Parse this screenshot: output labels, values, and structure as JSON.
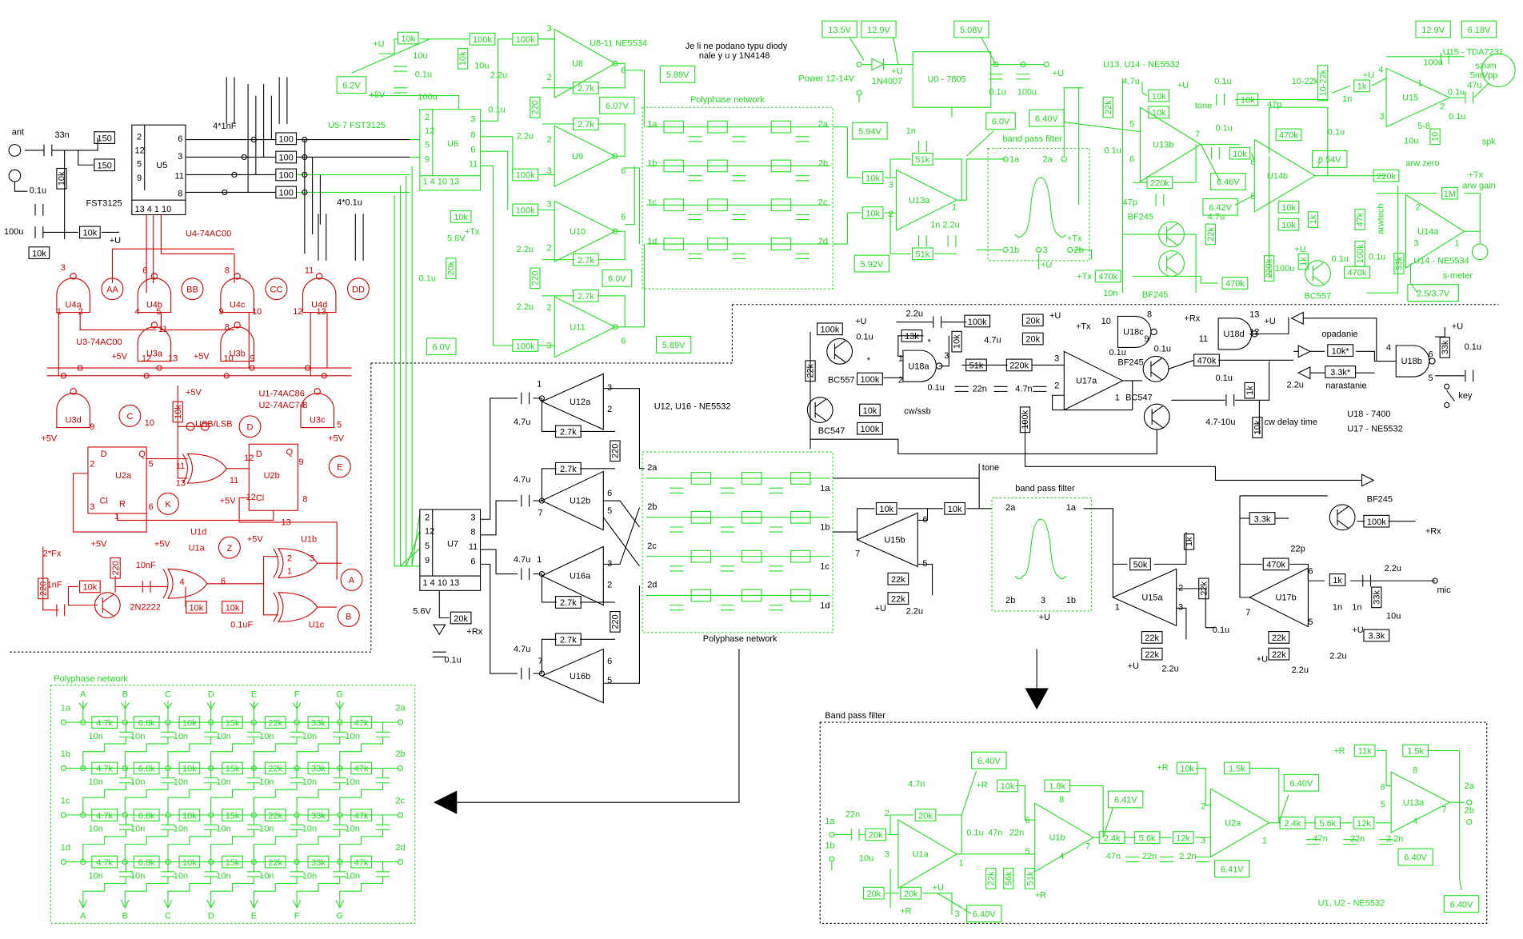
{
  "colors": {
    "black": "#000000",
    "red": "#cc0000",
    "green": "#22dd22"
  },
  "note": {
    "line1": "Je  li ne podano typu diody",
    "line2": "nale  y u  y   1N4148"
  },
  "input_switch": {
    "texts": [
      "ant",
      "33n",
      "0.1u",
      "100u",
      "FST3125",
      "U5",
      "4*1nF",
      "4*0.1u",
      "+U",
      "2",
      "12",
      "5",
      "9",
      "6",
      "3",
      "11",
      "8",
      "13 4  1 10"
    ],
    "resistors": [
      "150",
      "150",
      "100",
      "100",
      "100",
      "100",
      "10k",
      "10k",
      "10k"
    ]
  },
  "logic": {
    "gates": [
      "U4a",
      "U4b",
      "U4c",
      "U4d",
      "U3a",
      "U3b",
      "U3d",
      "U3c"
    ],
    "circles": [
      "AA",
      "BB",
      "CC",
      "DD",
      "C",
      "D",
      "E",
      "K",
      "Z",
      "A",
      "B"
    ],
    "texts": [
      "U4-74AC00",
      "U3-74AC00",
      "U1-74AC86",
      "U2-74AC74",
      "USB/LSB",
      "+5V",
      "+5V",
      "+5V",
      "+5V",
      "+5V",
      "+5V",
      "+5V",
      "+5V",
      "+5V",
      "2N2222",
      "2*Fx",
      "10nF",
      "0.1uF",
      "1nF",
      "U1d",
      "U1a",
      "U1b",
      "U1c",
      "U2a",
      "U2b",
      "D",
      "Q",
      "Cl",
      "R",
      "D",
      "Q",
      "Cl",
      "3",
      "6",
      "8",
      "11",
      "1",
      "2",
      "4",
      "5",
      "9",
      "10",
      "12",
      "13",
      "11",
      "8",
      "12",
      "13",
      "10",
      "9",
      "2",
      "5",
      "3",
      "6",
      "1",
      "13",
      "12",
      "11",
      "12",
      "9",
      "8",
      "11",
      "13",
      "10",
      "9",
      "8",
      "5",
      "4",
      "6",
      "2",
      "1",
      "3"
    ],
    "resistors": [
      "10k",
      "10k",
      "10k",
      "10k",
      "220",
      "220"
    ]
  },
  "upper_green": {
    "opamps": [
      "U8",
      "U9",
      "U10",
      "U11",
      "U13a",
      "U6"
    ],
    "texts": [
      "+U",
      "10u",
      "0.1u",
      "+5V",
      "100u",
      "0.1u",
      "2.2u",
      "2.2u",
      "2.2u",
      "2.2u",
      "10u",
      "U5-7 FST3125",
      "U8-11 NE5534",
      "2",
      "12",
      "5",
      "9",
      "3",
      "8",
      "6",
      "11",
      "1  4  10  13",
      "+Tx",
      "5.6V",
      "0.1u",
      "3",
      "2",
      "6",
      "2",
      "3",
      "6",
      "3",
      "2",
      "6",
      "2",
      "3",
      "6",
      "1a",
      "1b",
      "1c",
      "1d",
      "2a",
      "2b",
      "2c",
      "2d",
      "Polyphase network",
      "1n",
      "1n  2.2u",
      "3",
      "2",
      "1",
      "band pass filter",
      "1a",
      "2a",
      "1b",
      "3",
      "2b",
      "+Tx",
      "+U",
      "Power 12-14V",
      "1N4007",
      "+U",
      "0.1u",
      "100u",
      "+U",
      "U0 - 7805"
    ],
    "resistors": [
      "10k",
      "100k",
      "100k",
      "10k",
      "2.7k",
      "2.7k",
      "100k",
      "100k",
      "2.7k",
      "2.7k",
      "100k",
      "220",
      "220",
      "10k",
      "20k",
      "10k",
      "10k",
      "51k",
      "51k"
    ],
    "voltages": [
      "6.2V",
      "5.89V",
      "6.07V",
      "6.0V",
      "6.0V",
      "5.89V",
      "5.94V",
      "5.92V",
      "6.0V",
      "13.5V",
      "12.9V",
      "5.08V"
    ]
  },
  "right_top": {
    "opamps": [
      "U13b",
      "U14b",
      "U15",
      "U14a"
    ],
    "texts": [
      "U13, U14 - NE5532",
      "4.7u",
      "+U",
      "5",
      "6",
      "7",
      "0.1u",
      "47p",
      "BF245",
      "BF245",
      "0.1u",
      "6",
      "5",
      "7",
      "4.7u",
      "+U",
      "100u",
      "BC557",
      "0.1u",
      "10n",
      "+Tx",
      "tone",
      "0.1u",
      "10-22k",
      "1n",
      "47p",
      "0.1u",
      "U15 - TDA7231",
      "+U",
      "4",
      "3",
      "2",
      "1",
      "5-8",
      "100u",
      "0.1u",
      "47u",
      "10u",
      "0.1u",
      "spk",
      "arw zero",
      "+Tx",
      "arw gain",
      "arwtech",
      "U14 - NE5534",
      "s-meter",
      "2",
      "3",
      "1",
      "szum",
      "5mVpp",
      "0.1u"
    ],
    "resistors": [
      "22k",
      "10k",
      "10k",
      "220k",
      "470k",
      "470k",
      "22k",
      "10k",
      "10-22k",
      "1k",
      "470k",
      "10k",
      "10k",
      "10k",
      "1k",
      "1k",
      "220k",
      "470k",
      "47k",
      "100k",
      "220k",
      "1M",
      "33k",
      "10"
    ],
    "voltages": [
      "6.40V",
      "6.46V",
      "6.54V",
      "6.42V",
      "12.9V",
      "6.18V",
      "2.5/3.7V"
    ]
  },
  "lower_middle": {
    "opamps": [
      "U12a",
      "U12b",
      "U16a",
      "U16b",
      "U15b",
      "U15a",
      "U17b",
      "U17a",
      "U7"
    ],
    "gates": [
      "U18a",
      "U18c",
      "U18d",
      "U18b"
    ],
    "texts": [
      "U12, U16 - NE5532",
      "1",
      "3",
      "2",
      "4.7u",
      "6",
      "5",
      "7",
      "4.7u",
      "1",
      "3",
      "2",
      "4.7u",
      "6",
      "5",
      "7",
      "4.7u",
      "2",
      "12",
      "5",
      "9",
      "3",
      "8",
      "11",
      "6",
      "1  4  10  13",
      "5.6V",
      "+Rx",
      "0.1u",
      "2a",
      "2b",
      "2c",
      "2d",
      "1a",
      "1b",
      "1c",
      "1d",
      "Polyphase network",
      "tone",
      "6",
      "5",
      "7",
      "+U",
      "2.2u",
      "band pass filter",
      "2a",
      "1a",
      "2b",
      "3",
      "1b",
      "+U",
      "2",
      "3",
      "1",
      "+U",
      "2.2u",
      "0.1u",
      "6",
      "5",
      "7",
      "22p",
      "2.2u",
      "1n",
      "1n",
      "10u",
      "+U",
      "mic",
      "+U",
      "2.2u",
      "2.2u",
      "BF245",
      "+Rx",
      "+U",
      "0.1u",
      "*",
      "BC557",
      "2.2u",
      "*",
      "4.7u",
      "+U",
      "0.1u",
      "22n",
      "4.7n",
      "1",
      "2",
      "3",
      "3",
      "2",
      "1",
      "BF245",
      "BC547",
      "+Tx",
      "10",
      "8",
      "9",
      "0.1u",
      "0.1u",
      "+Rx",
      "11",
      "13",
      "12",
      "+U",
      "0.1u",
      "2.2u",
      "opadanie",
      "narastanie",
      "4",
      "6",
      "5",
      "+U",
      "0.1u",
      "key",
      "U18 - 7400",
      "U17 - NE5532",
      "4.7-10u",
      "cw delay time",
      "cw/ssb",
      "BC547"
    ],
    "resistors": [
      "2.7k",
      "2.7k",
      "2.7k",
      "2.7k",
      "220",
      "220",
      "20k",
      "10k",
      "10k",
      "22k",
      "22k",
      "50k",
      "22k",
      "22k",
      "22k",
      "1k",
      "3.3k",
      "470k",
      "1k",
      "33k",
      "3.3k",
      "22k",
      "22k",
      "100k",
      "100k",
      "100k",
      "22k",
      "13k",
      "10k",
      "100k",
      "20k",
      "20k",
      "51k",
      "220k",
      "470k",
      "10k*",
      "3.3k*",
      "33k",
      "10k",
      "100k",
      "10k",
      "100k",
      "1k"
    ]
  },
  "band_pass_panel": {
    "title": "Band pass filter",
    "opamps": [
      "U1a",
      "U1b",
      "U2a",
      "U13a"
    ],
    "texts": [
      "1a",
      "22n",
      "1b",
      "2",
      "3",
      "4.7n",
      "10u",
      "+U",
      "+R",
      "3",
      "1",
      "0.1u",
      "47n",
      "22n",
      "+R",
      "+R",
      "6",
      "5",
      "8",
      "4",
      "7",
      "47n",
      "22n",
      "2.2n",
      "+R",
      "2",
      "3",
      "1",
      "47n",
      "22n",
      "2.2n",
      "+R",
      "6",
      "5",
      "8",
      "4",
      "7",
      "2a",
      "2b",
      "U1, U2 - NE5532"
    ],
    "resistors": [
      "20k",
      "20k",
      "20k",
      "20k",
      "22k",
      "56k",
      "51k",
      "10k",
      "1.8k",
      "2.4k",
      "5.6k",
      "12k",
      "10k",
      "1.5k",
      "2.4k",
      "5.6k",
      "12k",
      "11k",
      "1.5k"
    ],
    "voltages": [
      "6.40V",
      "6.40V",
      "6.41V",
      "6.41V",
      "6.40V",
      "6.40V",
      "6.40V"
    ]
  },
  "polyphase_panel": {
    "title": "Polyphase network",
    "taps": [
      "A",
      "B",
      "C",
      "D",
      "E",
      "F",
      "G"
    ],
    "inputs": [
      "1a",
      "1b",
      "1c",
      "1d"
    ],
    "outputs": [
      "2a",
      "2b",
      "2c",
      "2d"
    ],
    "resistors": [
      "4.7k",
      "6.8k",
      "10k",
      "15k",
      "22k",
      "33k",
      "47k"
    ],
    "capacitor": "10n"
  }
}
